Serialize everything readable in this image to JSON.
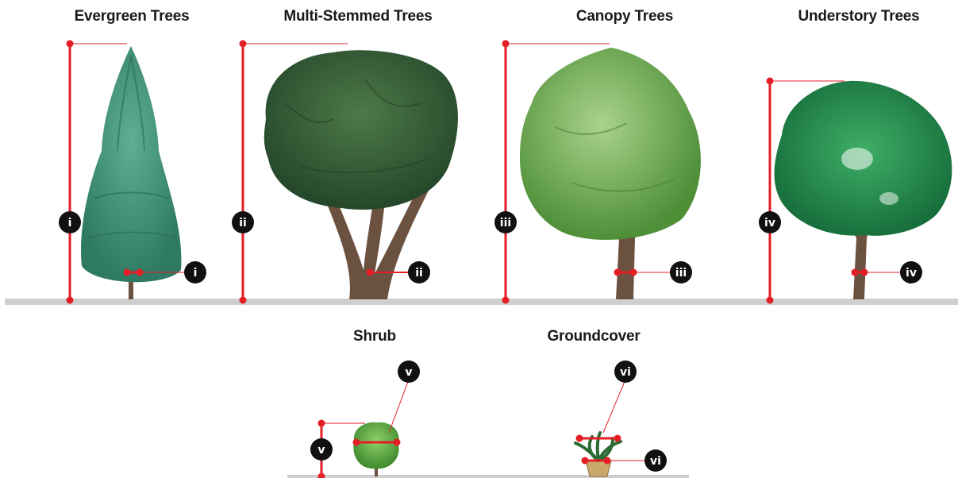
{
  "titles": {
    "evergreen": "Evergreen Trees",
    "multi_stemmed": "Multi-Stemmed Trees",
    "canopy": "Canopy Trees",
    "understory": "Understory Trees",
    "shrub": "Shrub",
    "groundcover": "Groundcover"
  },
  "markers": {
    "evergreen": "i",
    "multi_stemmed": "ii",
    "canopy": "iii",
    "understory": "iv",
    "shrub": "v",
    "groundcover": "vi"
  },
  "colors": {
    "measure_red": "#e31e24",
    "badge_black": "#111111",
    "ground_gray": "#cfcfcf",
    "trunk_brown": "#6b5140",
    "evergreen_green": "#3f8f78",
    "deciduous_dark_green": "#2f5a2f",
    "canopy_green": "#6aa84f",
    "understory_green": "#1f8a4c",
    "pot_tan": "#c9a86a"
  }
}
